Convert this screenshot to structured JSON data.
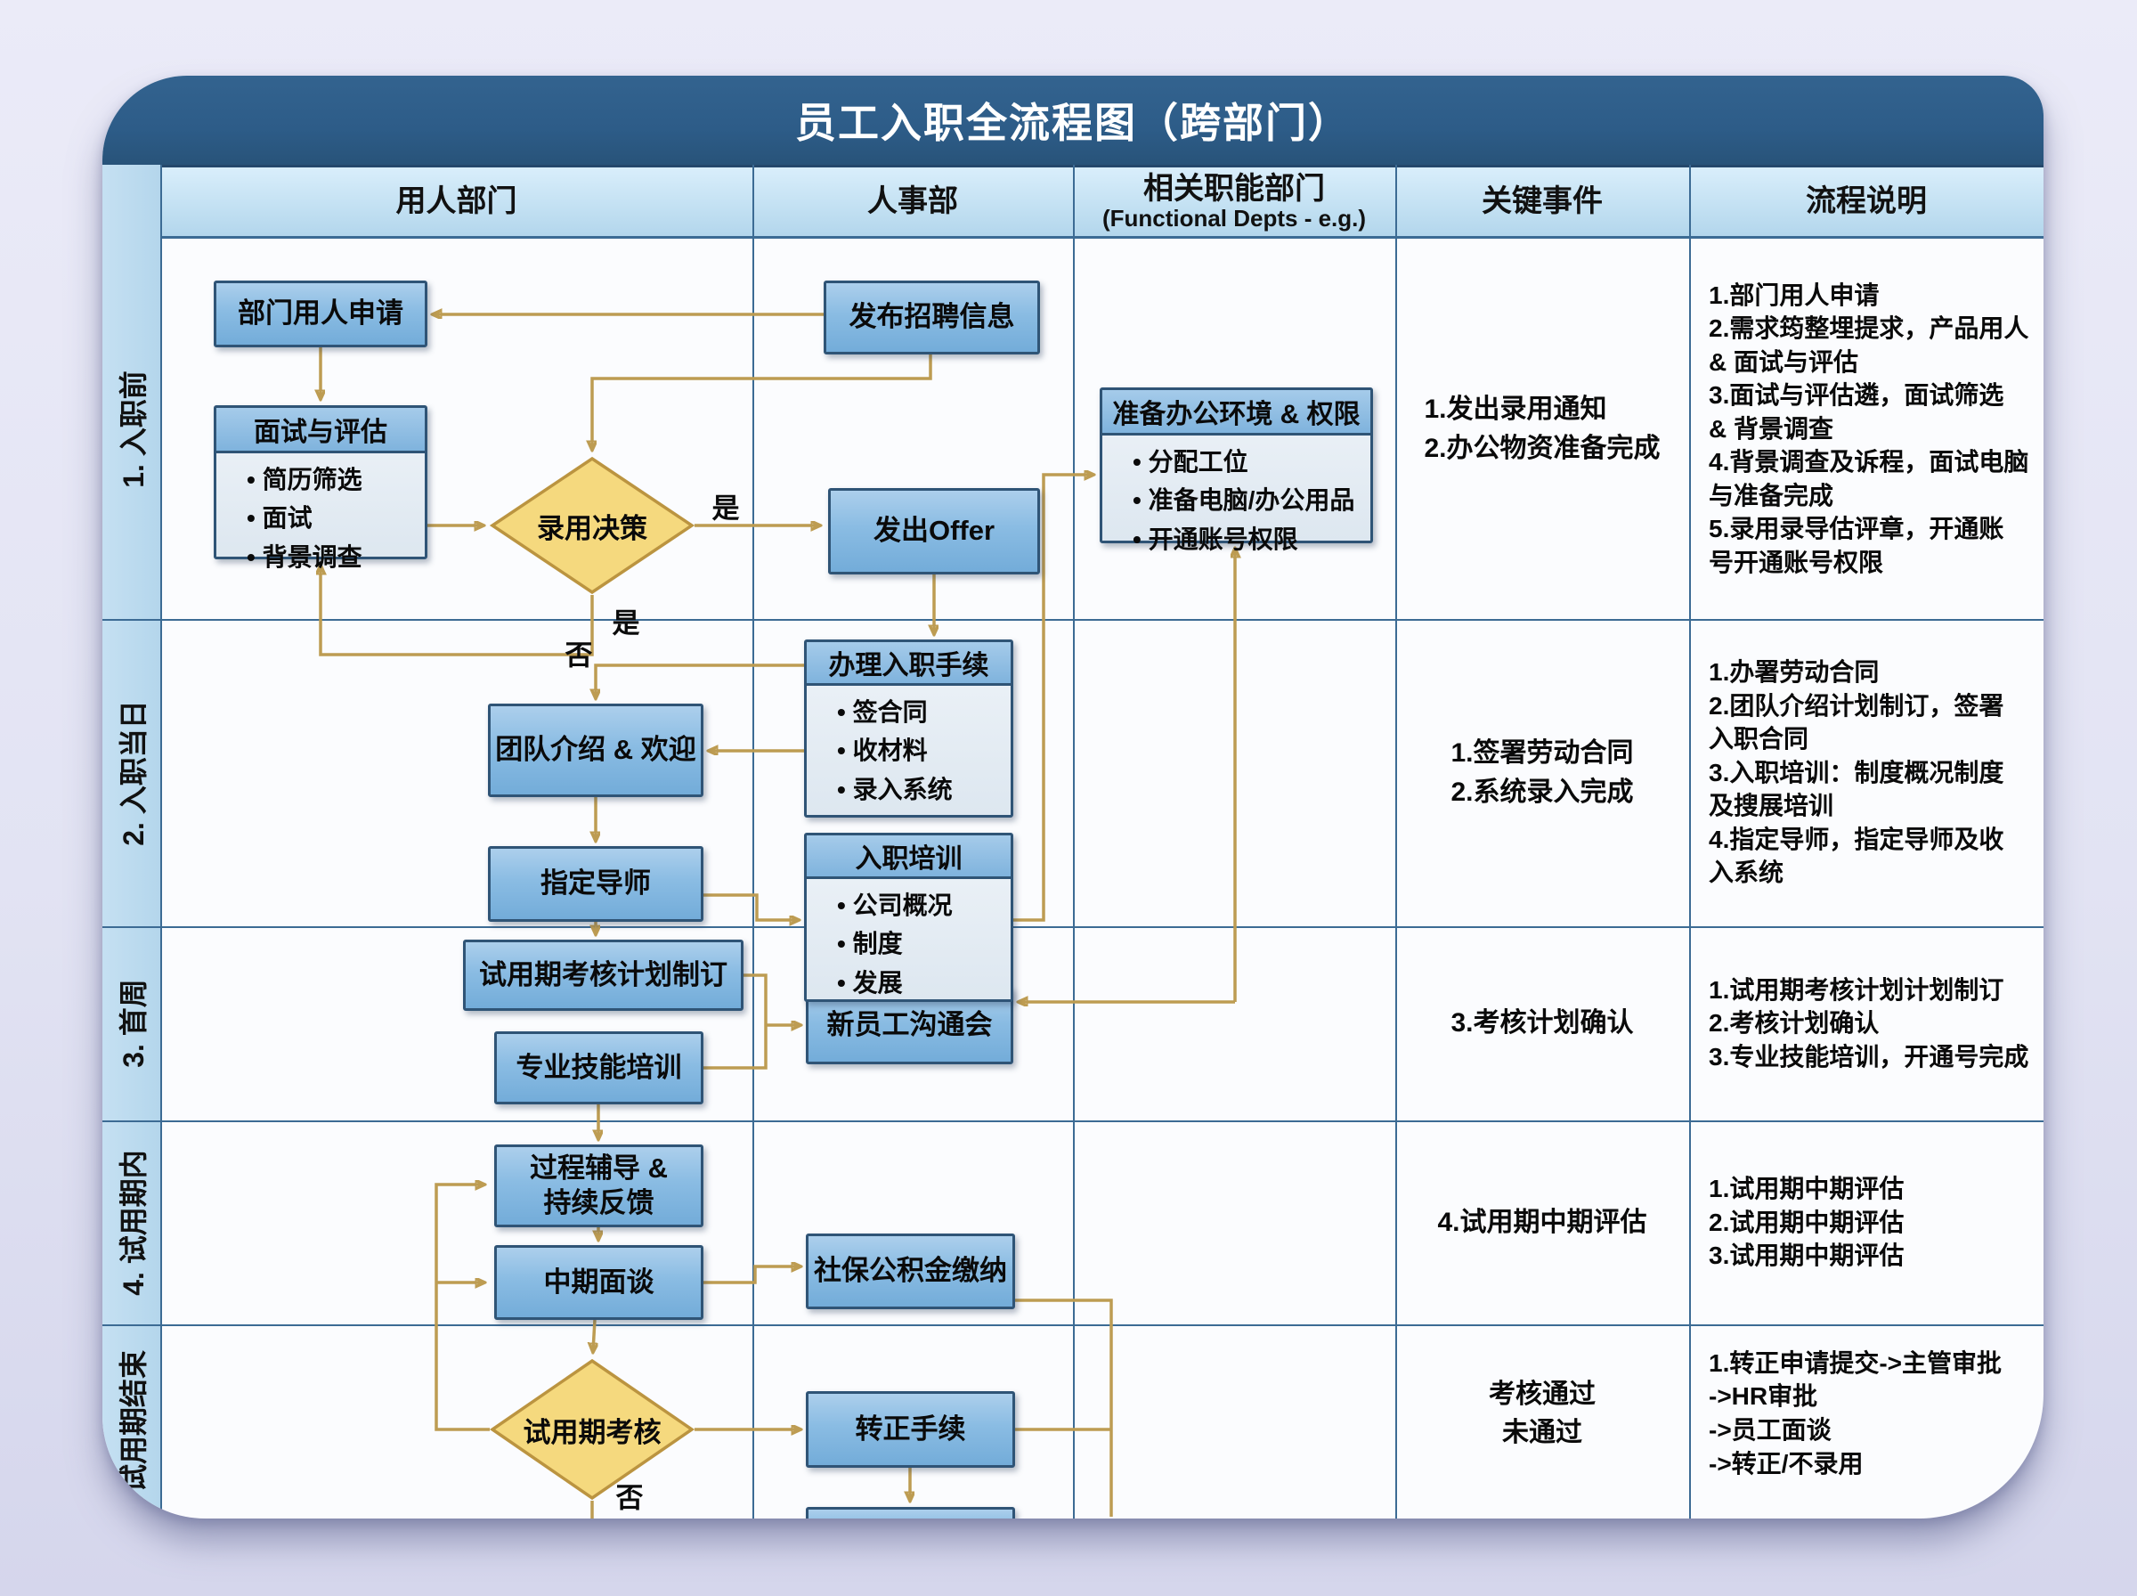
{
  "title": "员工入职全流程图（跨部门）",
  "columns": {
    "hiring_dept": "用人部门",
    "hr_dept": "人事部",
    "functional_dept": "相关职能部门",
    "functional_dept_sub": "(Functional Depts - e.g.)",
    "key_events": "关键事件",
    "process_notes": "流程说明"
  },
  "rows": [
    {
      "label": "1. 入职前",
      "key_events": "1.发出录用通知\n2.办公物资准备完成",
      "description": "1.部门用人申请\n2.需求筠整埋提求，产品用人\n& 面试与评估\n3.面试与评估遴，面试筛选\n& 背景调查\n4.背景调查及诉程，面试电脑\n与准备完成\n5.录用录导估评章，开通账\n号开通账号权限"
    },
    {
      "label": "2. 入职当日",
      "key_events": "1.签署劳动合同\n2.系统录入完成",
      "description": "1.办署劳动合同\n2.团队介绍计划制订，签署\n入职合同\n3.入职培训：制度概况制度\n及搜展培训\n4.指定导师，指定导师及收\n入系统"
    },
    {
      "label": "3. 首周",
      "key_events": "3.考核计划确认",
      "description": "1.试用期考核计划计划制订\n2.考核计划确认\n3.专业技能培训，开通号完成"
    },
    {
      "label": "4. 试用期内",
      "key_events": "4.试用期中期评估",
      "description": "1.试用期中期评估\n2.试用期中期评估\n3.试用期中期评估"
    },
    {
      "label": "试用期结束",
      "key_events": "考核通过\n未通过",
      "description": "1.转正申请提交->主管审批\n->HR审批\n->员工面谈\n->转正/不录用"
    }
  ],
  "nodes": {
    "dept_request": {
      "label": "部门用人申请"
    },
    "interview": {
      "title": "面试与评估",
      "bullets": [
        "简历筛选",
        "面试",
        "背景调查"
      ]
    },
    "hire_decision": {
      "label": "录用决策"
    },
    "publish_job": {
      "label": "发布招聘信息"
    },
    "send_offer": {
      "label": "发出Offer"
    },
    "prep_env": {
      "title": "准备办公环境 & 权限",
      "bullets": [
        "分配工位",
        "准备电脑/办公用品",
        "开通账号权限"
      ]
    },
    "team_intro": {
      "label": "团队介绍 & 欢迎"
    },
    "assign_mentor": {
      "label": "指定导师"
    },
    "onboard_procedure": {
      "title": "办理入职手续",
      "bullets": [
        "签合同",
        "收材料",
        "录入系统"
      ]
    },
    "onboard_training": {
      "title": "入职培训",
      "bullets": [
        "公司概况",
        "制度",
        "发展"
      ]
    },
    "probation_plan": {
      "label": "试用期考核计划制订"
    },
    "skill_training": {
      "label": "专业技能培训"
    },
    "newcomer_meeting": {
      "label": "新员工沟通会"
    },
    "coaching": {
      "label": "过程辅导 &\n持续反馈"
    },
    "midterm_interview": {
      "label": "中期面谈"
    },
    "social_insurance": {
      "label": "社保公积金缴纳"
    },
    "probation_review": {
      "label": "试用期考核"
    },
    "regularization": {
      "label": "转正手续"
    }
  },
  "edge_labels": {
    "yes": "是",
    "yes2": "是",
    "no": "否",
    "no2": "否"
  },
  "colors": {
    "accent_arrow": "#bd9c52",
    "band": "#2d5c88",
    "node_fill": "#8abce3",
    "diamond_fill": "#f5d97e"
  }
}
